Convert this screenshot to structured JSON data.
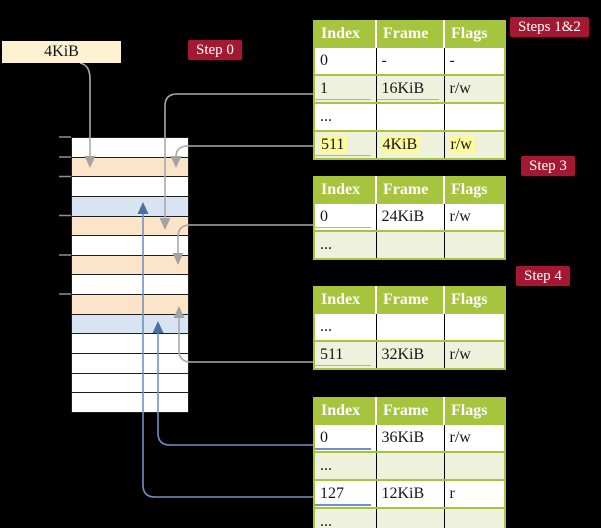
{
  "labels": {
    "page_size_box": "4KiB"
  },
  "badges": [
    {
      "text": "Step 0"
    },
    {
      "text": "Steps 1&2"
    },
    {
      "text": "Step 3"
    },
    {
      "text": "Step 4"
    }
  ],
  "memory": {
    "rows": [
      "white",
      "orange",
      "white",
      "blue",
      "orange",
      "white",
      "orange",
      "white",
      "orange",
      "blue",
      "white",
      "white",
      "white",
      "white"
    ]
  },
  "tables": [
    {
      "headers": [
        "Index",
        "Frame",
        "Flags"
      ],
      "rows": [
        {
          "cells": [
            "0",
            "-",
            "-"
          ]
        },
        {
          "cells": [
            "1",
            "16KiB",
            "r/w"
          ],
          "underline": "gray",
          "underline_cols": [
            0,
            1
          ]
        },
        {
          "cells": [
            "...",
            "",
            ""
          ]
        },
        {
          "cells": [
            "511",
            "4KiB",
            "r/w"
          ],
          "highlight": true,
          "underline": "gray",
          "underline_cols": [
            0
          ]
        }
      ]
    },
    {
      "headers": [
        "Index",
        "Frame",
        "Flags"
      ],
      "rows": [
        {
          "cells": [
            "0",
            "24KiB",
            "r/w"
          ],
          "underline": "gray",
          "underline_cols": [
            0
          ]
        },
        {
          "cells": [
            "...",
            "",
            ""
          ]
        }
      ]
    },
    {
      "headers": [
        "Index",
        "Frame",
        "Flags"
      ],
      "rows": [
        {
          "cells": [
            "...",
            "",
            ""
          ]
        },
        {
          "cells": [
            "511",
            "32KiB",
            "r/w"
          ],
          "underline": "gray",
          "underline_cols": [
            0
          ]
        }
      ]
    },
    {
      "headers": [
        "Index",
        "Frame",
        "Flags"
      ],
      "rows": [
        {
          "cells": [
            "0",
            "36KiB",
            "r/w"
          ],
          "underline": "blue",
          "underline_cols": [
            0
          ]
        },
        {
          "cells": [
            "...",
            "",
            ""
          ]
        },
        {
          "cells": [
            "127",
            "12KiB",
            "r"
          ],
          "underline": "blue",
          "underline_cols": [
            0
          ]
        },
        {
          "cells": [
            "...",
            "",
            ""
          ]
        }
      ]
    }
  ],
  "arrows": [
    {
      "from": "page-size-label",
      "to": "memory-orange-row-2",
      "color": "gray"
    },
    {
      "from": "table-0-row-1",
      "to": "memory-orange-row-5",
      "color": "gray"
    },
    {
      "from": "table-0-row-511",
      "to": "memory-orange-row-2",
      "color": "gray"
    },
    {
      "from": "table-1-row-0",
      "to": "memory-orange-row-7",
      "color": "gray"
    },
    {
      "from": "table-2-row-511",
      "to": "memory-orange-row-9",
      "color": "gray"
    },
    {
      "from": "table-3-row-0",
      "to": "memory-blue-row-10",
      "color": "blue"
    },
    {
      "from": "table-3-row-127",
      "to": "memory-blue-row-4",
      "color": "blue"
    }
  ],
  "colors": {
    "headerGreen": "#a6c43d",
    "rowGreen": "#eef2dc",
    "orange": "#fce4c8",
    "blue": "#d9e4f3",
    "badgeRed": "#a41931",
    "cream": "#fcf2d2",
    "highlight": "#fdf99e",
    "grayLine": "#a9a9a9",
    "grayHead": "#a3a3a3",
    "blueLine": "#7291c1",
    "blueHead": "#4a70a3"
  }
}
